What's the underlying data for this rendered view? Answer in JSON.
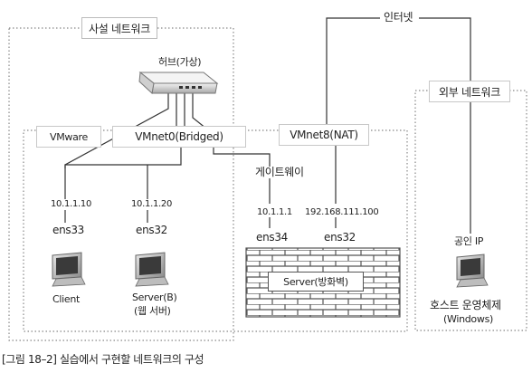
{
  "private_network": {
    "label": "사설 네트워크"
  },
  "hub": {
    "label": "허브(가상)"
  },
  "vmware": {
    "label": "VMware"
  },
  "vmnet0": {
    "label": "VMnet0(Bridged)"
  },
  "vmnet8": {
    "label": "VMnet8(NAT)"
  },
  "internet": {
    "label": "인터넷"
  },
  "external_network": {
    "label": "외부 네트워크"
  },
  "gateway": {
    "label": "게이트웨이"
  },
  "client": {
    "ip": "10.1.1.10",
    "nic": "ens33",
    "name": "Client"
  },
  "server_b": {
    "ip": "10.1.1.20",
    "nic": "ens32",
    "name": "Server(B)",
    "sub": "(웹 서버)"
  },
  "server": {
    "ip_inner": "10.1.1.1",
    "nic_inner": "ens34",
    "ip_outer": "192.168.111.100",
    "nic_outer": "ens32",
    "name": "Server(방화벽)"
  },
  "host": {
    "ip_label": "공인 IP",
    "name": "호스트 운영체제",
    "sub": "(Windows)"
  },
  "caption": "[그림 18–2] 실습에서 구현할 네트워크의 구성",
  "colors": {
    "line": "#333333",
    "dotted": "#888888",
    "box_border": "#c8c8c8",
    "brick": "#555555"
  }
}
